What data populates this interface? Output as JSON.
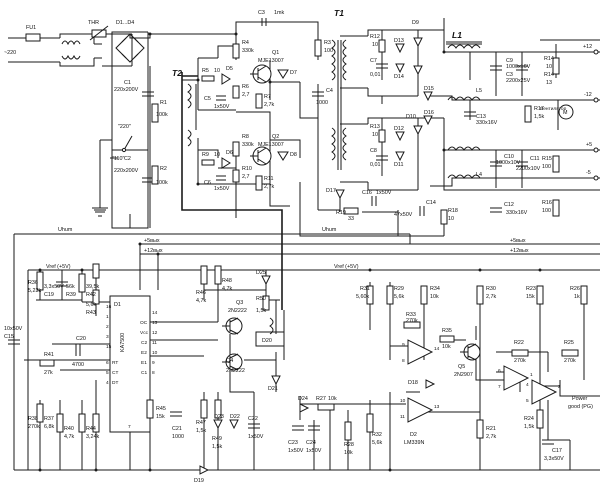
{
  "labels": {
    "ac": "~220",
    "fu1": "FU1",
    "thr": "THR",
    "d1d4": "D1...D4",
    "c1": "C1",
    "c1v": "220x200V",
    "c2": "C2",
    "c2v": "220x200V",
    "r1": "R1",
    "r1v": "100k",
    "r2": "R2",
    "r2v": "100k",
    "sw220": "\"220\"",
    "sw110": "\"110\"",
    "c3": "C3",
    "c3v": "1mk",
    "t1": "T1",
    "t2": "T2",
    "r5": "R5",
    "r5v": "10",
    "d5": "D5",
    "r4": "R4",
    "r4v": "330k",
    "q1": "Q1",
    "q1p": "MJE13007",
    "c5": "C5",
    "c5v": "1x50V",
    "r6": "R6",
    "r6v": "2,7",
    "r7": "R7",
    "r7v": "2,7k",
    "r3": "R3",
    "r3v": "100",
    "c4": "C4",
    "c4v": "1000",
    "d7": "D7",
    "r8": "R8",
    "r8v": "330k",
    "q2": "Q2",
    "q2p": "MJE13007",
    "r9": "R9",
    "r9v": "10",
    "d6": "D6",
    "c6": "C6",
    "c6v": "1x50V",
    "r10": "R10",
    "r10v": "2,7",
    "r11": "R11",
    "r11v": "2,7k",
    "d8": "D8",
    "r12": "R12",
    "r12v": "10",
    "c7": "C7",
    "c7v": "0,01",
    "d13": "D13",
    "d14": "D14",
    "d9": "D9",
    "d15": "D15",
    "r13": "R13",
    "r13v": "10",
    "c8": "C8",
    "c8v": "0,01",
    "d12": "D12",
    "d11": "D11",
    "d10": "D10",
    "d16": "D16",
    "l1": "L1",
    "l5": "L5",
    "l4": "L4",
    "c9": "C9",
    "c9v": "1000x16V",
    "c3b": "C3",
    "c3bv": "2200x25V",
    "c13": "C13",
    "c13v": "330x16V",
    "c10": "C10",
    "c10v": "1000x10V",
    "c11": "C11",
    "c11v": "2200x10V",
    "c12": "C12",
    "c12v": "330x16V",
    "r14": "R14",
    "r14v": "10",
    "r14b": "R14",
    "r14bv": "13",
    "r17": "R17",
    "r17v": "1,5k",
    "r15": "R15",
    "r15v": "100",
    "r16": "R16",
    "r16v": "100",
    "fan": "Вентилятор",
    "motor": "M",
    "out12p": "+12",
    "out12n": "-12",
    "out5p": "+5",
    "out5n": "-5",
    "d17": "D17",
    "r19": "R19",
    "r19v": "33",
    "c16": "C16",
    "c16v": "1x50V",
    "c14": "C14",
    "c14v": "47x50V",
    "r18": "R18",
    "r18v": "10",
    "uhum": "Uhum",
    "uhum2": "Uhum",
    "plus5": "+5вых",
    "plus12": "+12вых",
    "plus5b": "+5вых",
    "plus12b": "+12вых",
    "vref": "Vref (+5V)",
    "vref2": "Vref (+5V)",
    "r36": "R36",
    "r36v": "5,23k",
    "c19": "C19",
    "c19v": "3,3x50V",
    "r39": "R39",
    "r39v": "56k",
    "r43": "R43",
    "r43v": "5,6k",
    "r42": "R42",
    "r42v": "39,5k",
    "d1b": "D1",
    "ic": "KA7500",
    "r46": "R46",
    "r46v": "4,7k",
    "r48": "R48",
    "r48v": "4,7k",
    "d25": "D25",
    "q3": "Q3",
    "q3p": "2N2222",
    "r50": "R50",
    "r50v": "1,5k",
    "d20": "D20",
    "q4": "Q4",
    "q4p": "2N2222",
    "d21": "D21",
    "c15": "C15",
    "c15v": "10x50V",
    "r41": "R41",
    "r41v": "27k",
    "c20": "C20",
    "c20v": "4700",
    "r38": "R38",
    "r38v": "270k",
    "r37": "R37",
    "r37v": "6,8k",
    "r40": "R40",
    "r40v": "4,7k",
    "r44": "R44",
    "r44v": "3,24k",
    "r45": "R45",
    "r45v": "15k",
    "c21": "C21",
    "c21v": "1000",
    "r47": "R47",
    "r47v": "1,5k",
    "r49": "R49",
    "r49v": "1,5k",
    "d23": "D23",
    "d22": "D22",
    "c22": "C22",
    "c22v": "1x50V",
    "d19": "D19",
    "r31": "R31",
    "r31v": "5,60k",
    "r29": "R29",
    "r29v": "5,6k",
    "r34": "R34",
    "r34v": "10k",
    "r30": "R30",
    "r30v": "2,7k",
    "r33": "R33",
    "r33v": "270k",
    "r35": "R35",
    "r35v": "10k",
    "q5": "Q5",
    "q5p": "2N2907",
    "d18": "D18",
    "r23": "R23",
    "r23v": "15k",
    "r26": "R26",
    "r26v": "1k",
    "r22": "R22",
    "r22v": "270k",
    "r25": "R25",
    "r25v": "270k",
    "d24": "D24",
    "r27": "R27",
    "r27v": "10k",
    "r28": "R28",
    "r28v": "10k",
    "r32": "R32",
    "r32v": "5,6k",
    "c23": "C23",
    "c23v": "1x50V",
    "c24": "C24",
    "c24v": "1x50V",
    "d2": "D2",
    "d2p": "LM339N",
    "r21": "R21",
    "r21v": "2,7k",
    "r24": "R24",
    "r24v": "1,5k",
    "c17": "C17",
    "c17v": "3,3x50V",
    "pg1": "Power",
    "pg2": "good (PG)",
    "pin14": "14",
    "pin13": "13",
    "pin8": "8",
    "pin9": "9",
    "pin10": "10",
    "pin11": "11",
    "pin6": "6",
    "pin7": "7",
    "pin4": "4",
    "pin5": "5",
    "pin2": "2",
    "pin1": "1",
    "ic1": "1",
    "ic2": "2",
    "ic3": "3",
    "ic4": "4",
    "ic5": "5",
    "ic6": "6",
    "ic7": "7",
    "ic8": "8",
    "ic9": "9",
    "ic10": "10",
    "ic11": "11",
    "ic12": "12",
    "ic13": "13",
    "ic14": "14",
    "ic15": "15",
    "ic16": "16",
    "icoc": "OC",
    "icvcc": "Vcc",
    "icc2": "C2",
    "ice2": "E2",
    "ice1": "E1",
    "icc1": "C1",
    "icrt": "RT",
    "icct": "CT",
    "icdt": "DT"
  }
}
